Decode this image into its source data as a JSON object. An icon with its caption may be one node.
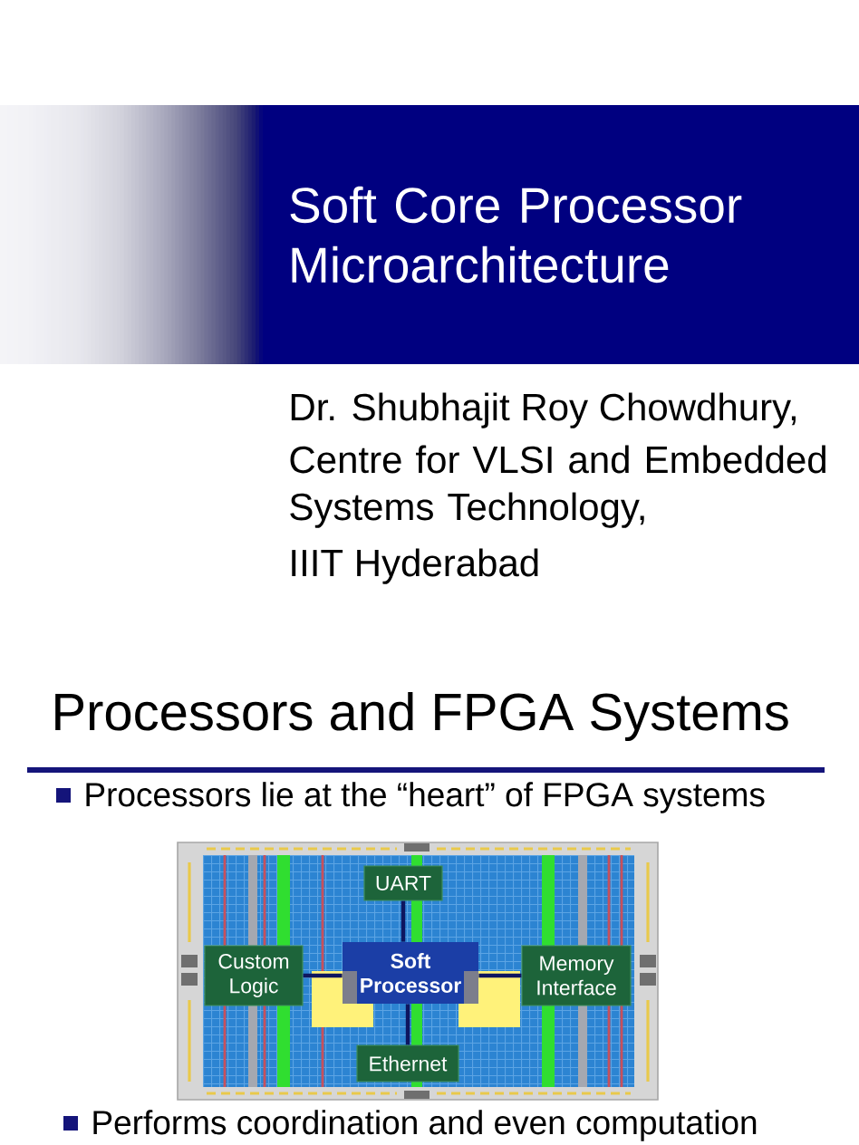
{
  "diagram": {
    "title": "Processors and FPGA Systems",
    "nodes": [
      {
        "text": [
          "Soft Core Processor Microarchitecture"
        ]
      },
      {
        "text": [],
        "shape": "picture"
      },
      {
        "text": [
          "UART"
        ],
        "in": 1
      },
      {
        "text": [
          "Custom Logic"
        ],
        "in": 1
      },
      {
        "text": [
          "Soft Processor"
        ],
        "in": 1
      },
      {
        "text": [
          "Memory Interface"
        ],
        "in": 1
      },
      {
        "text": [
          "Ethernet"
        ],
        "in": 1
      }
    ],
    "edges": [
      {
        "from": 2,
        "to": 4,
        "arrow": "none"
      },
      {
        "from": 3,
        "to": 4,
        "arrow": "none"
      },
      {
        "from": 4,
        "to": 5,
        "arrow": "none"
      },
      {
        "from": 4,
        "to": 6,
        "arrow": "none"
      }
    ],
    "labels": [
      "Dr. Shubhajit Roy Chowdhury,",
      "Centre for VLSI and Embedded Systems Technology,",
      "IIIT Hyderabad",
      "Processors lie at the “heart” of FPGA systems",
      "Performs coordination and even computation"
    ]
  }
}
